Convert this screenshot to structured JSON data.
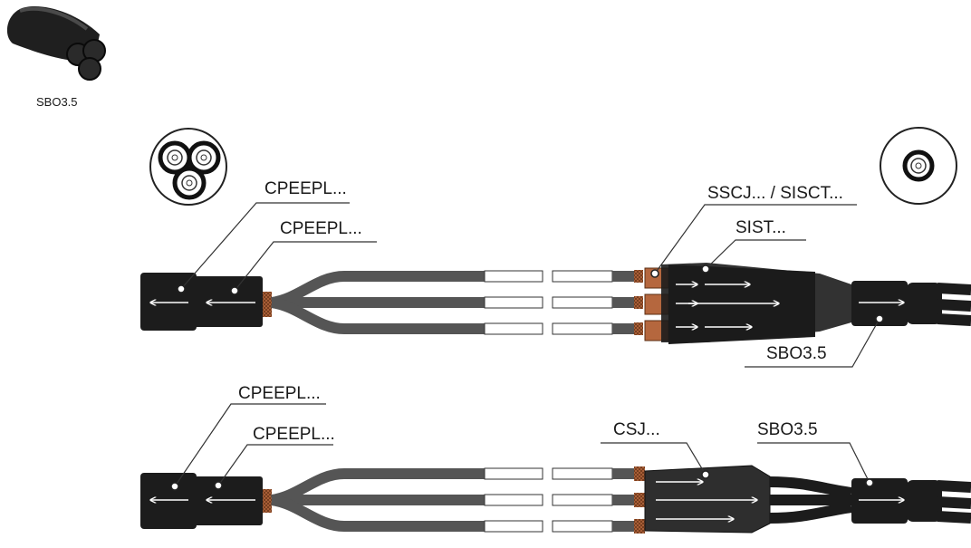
{
  "product": {
    "name": "SBO3.5"
  },
  "labels": {
    "top_outer_jacket": "CPEEPL...",
    "top_inner_jacket": "CPEEPL...",
    "top_connector": "SSCJ... / SISCT...",
    "top_insulation": "SIST...",
    "top_breakout": "SBO3.5",
    "bottom_outer_jacket": "CPEEPL...",
    "bottom_inner_jacket": "CPEEPL...",
    "bottom_connector": "CSJ...",
    "bottom_breakout": "SBO3.5"
  },
  "colors": {
    "sleeve": "#1c1c1c",
    "cable_core": "#5a5a5a",
    "copper": "#b5673e",
    "white_tip": "#ffffff"
  }
}
